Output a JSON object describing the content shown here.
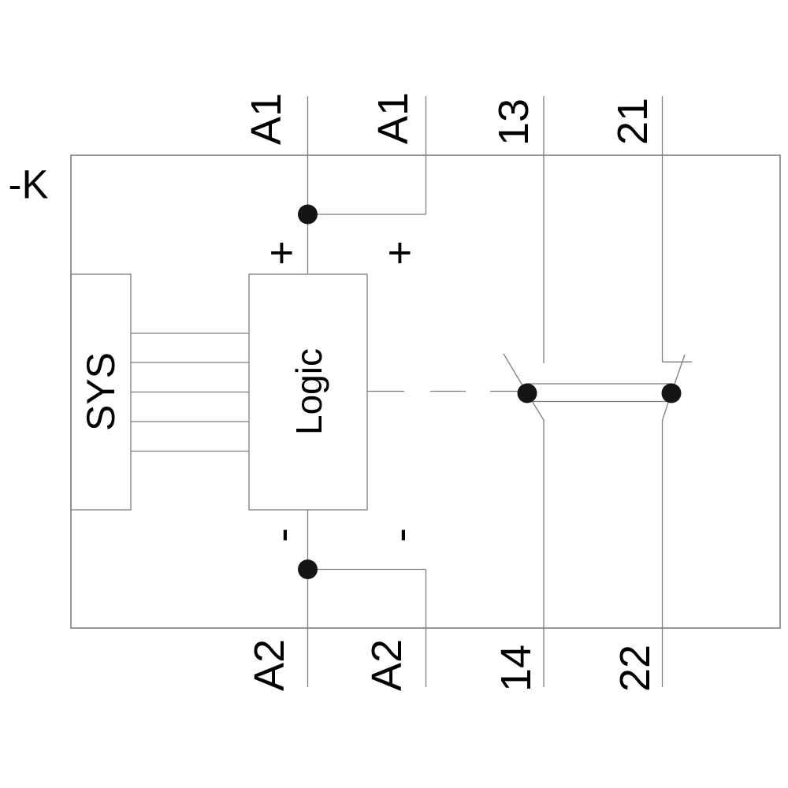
{
  "diagram": {
    "device_tag": "-K",
    "blocks": {
      "sys_label": "SYS",
      "logic_label": "Logic"
    },
    "coil": {
      "top_terminal": "A1",
      "bottom_terminal": "A2",
      "plus": "+",
      "minus": "-"
    },
    "aux_supply": {
      "top_terminal": "A1",
      "bottom_terminal": "A2",
      "plus": "+",
      "minus": "-"
    },
    "contacts": {
      "no_top": "13",
      "no_bottom": "14",
      "nc_top": "21",
      "nc_bottom": "22"
    },
    "colors": {
      "wire": "#7e7e7e",
      "text": "#000000",
      "dot": "#151515",
      "background": "#ffffff"
    }
  }
}
